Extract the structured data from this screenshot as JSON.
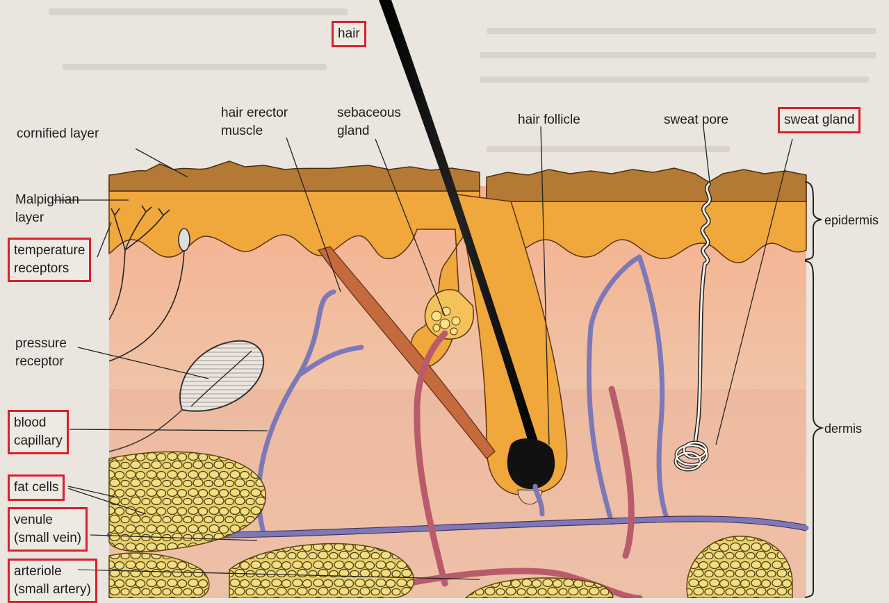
{
  "labels": {
    "hair": "hair",
    "hair_erector_muscle": "hair erector\nmuscle",
    "sebaceous_gland": "sebaceous\ngland",
    "hair_follicle": "hair follicle",
    "sweat_pore": "sweat pore",
    "sweat_gland": "sweat gland",
    "cornified_layer": "cornified layer",
    "malpighian_layer": "Malpighian\nlayer",
    "temperature_receptors": "temperature\nreceptors",
    "pressure_receptor": "pressure\nreceptor",
    "blood_capillary": "blood\ncapillary",
    "fat_cells": "fat cells",
    "venule": "venule\n(small vein)",
    "arteriole": "arteriole\n(small artery)",
    "epidermis": "epidermis",
    "dermis": "dermis"
  },
  "highlighted_labels": [
    "hair",
    "sweat gland",
    "temperature receptors",
    "blood capillary",
    "fat cells",
    "venule (small vein)",
    "arteriole (small artery)"
  ],
  "colors": {
    "highlight_box": "#d8202a",
    "cornified_layer": "#b5762f",
    "epidermis": "#eea83a",
    "dermis": "#f0c3a6",
    "vein": "#7d79b8",
    "artery": "#b95b6a",
    "fat": "#d1bb55"
  }
}
